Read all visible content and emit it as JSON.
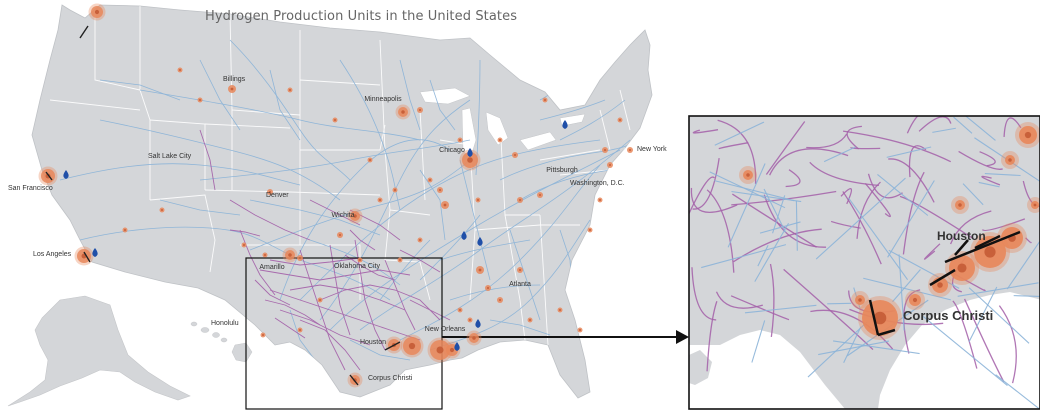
{
  "title": "Hydrogen Production Units in the United States",
  "colors": {
    "land": "#d4d6d9",
    "water": "#ffffff",
    "border": "#ffffff",
    "natural_gas_pipeline": "#8cb4d8",
    "hydrogen_pipeline": "#a35fa8",
    "production_unit": "#e8875a",
    "water_marker": "#1f4fa8",
    "frame": "#111111"
  },
  "icons": {
    "production_unit": "orange-circle-icon",
    "water": "water-drop-icon",
    "arrow": "right-arrow-icon"
  },
  "cities": [
    {
      "name": "Billings"
    },
    {
      "name": "Minneapolis"
    },
    {
      "name": "Salt Lake City"
    },
    {
      "name": "Chicago"
    },
    {
      "name": "Pittsburgh"
    },
    {
      "name": "New York"
    },
    {
      "name": "Washington, D.C."
    },
    {
      "name": "San Francisco"
    },
    {
      "name": "Denver"
    },
    {
      "name": "Wichita"
    },
    {
      "name": "Los Angeles"
    },
    {
      "name": "Amarillo"
    },
    {
      "name": "Oklahoma City"
    },
    {
      "name": "Atlanta"
    },
    {
      "name": "New Orleans"
    },
    {
      "name": "Honolulu"
    },
    {
      "name": "Houston"
    },
    {
      "name": "Corpus Christi"
    }
  ],
  "zoom_inset": {
    "labels": [
      "Houston",
      "Corpus Christi"
    ]
  }
}
